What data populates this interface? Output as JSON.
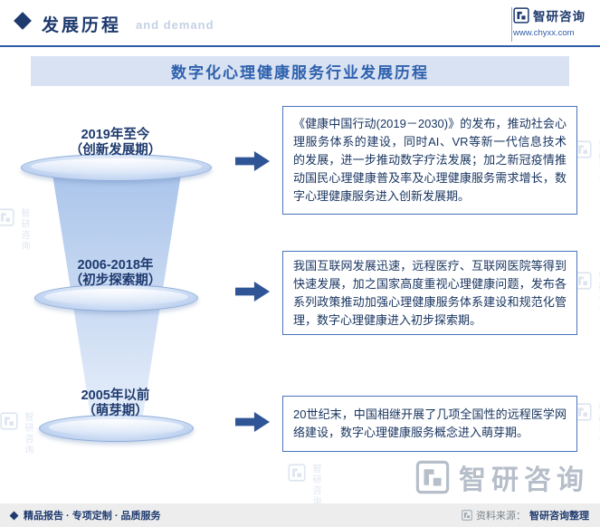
{
  "header": {
    "title": "发展历程",
    "watermark_text": "and demand",
    "brand": "智研咨询",
    "url": "www.chyxx.com"
  },
  "banner": {
    "title": "数字化心理健康服务行业发展历程"
  },
  "stages": [
    {
      "period": "2019年至今",
      "phase": "（创新发展期）",
      "description": "《健康中国行动(2019－2030)》的发布，推动社会心理服务体系的建设，同时AI、VR等新一代信息技术的发展，进一步推动数字疗法发展；加之新冠疫情推动国民心理健康普及率及心理健康服务需求增长，数字心理健康服务进入创新发展期。"
    },
    {
      "period": "2006-2018年",
      "phase": "（初步探索期）",
      "description": "我国互联网发展迅速，远程医疗、互联网医院等得到快速发展，加之国家高度重视心理健康问题，发布各系列政策推动加强心理健康服务体系建设和规范化管理，数字心理健康进入初步探索期。"
    },
    {
      "period": "2005年以前",
      "phase": "（萌芽期）",
      "description": "20世纪末，中国相继开展了几项全国性的远程医学网络建设，数字心理健康服务概念进入萌芽期。"
    }
  ],
  "watermark": {
    "logo_text": "智研咨询"
  },
  "bottom_logo": {
    "text": "智研咨询"
  },
  "footer": {
    "left": "精品报告 · 专项定制 · 品质服务",
    "source_label": "资料来源：",
    "source_value": "智研咨询整理"
  },
  "colors": {
    "accent": "#2e5ca6",
    "navy": "#1e3a6e",
    "banner_bg": "#d9e2f3",
    "box_border": "#4a74bc",
    "arrow": "#2f5597"
  }
}
